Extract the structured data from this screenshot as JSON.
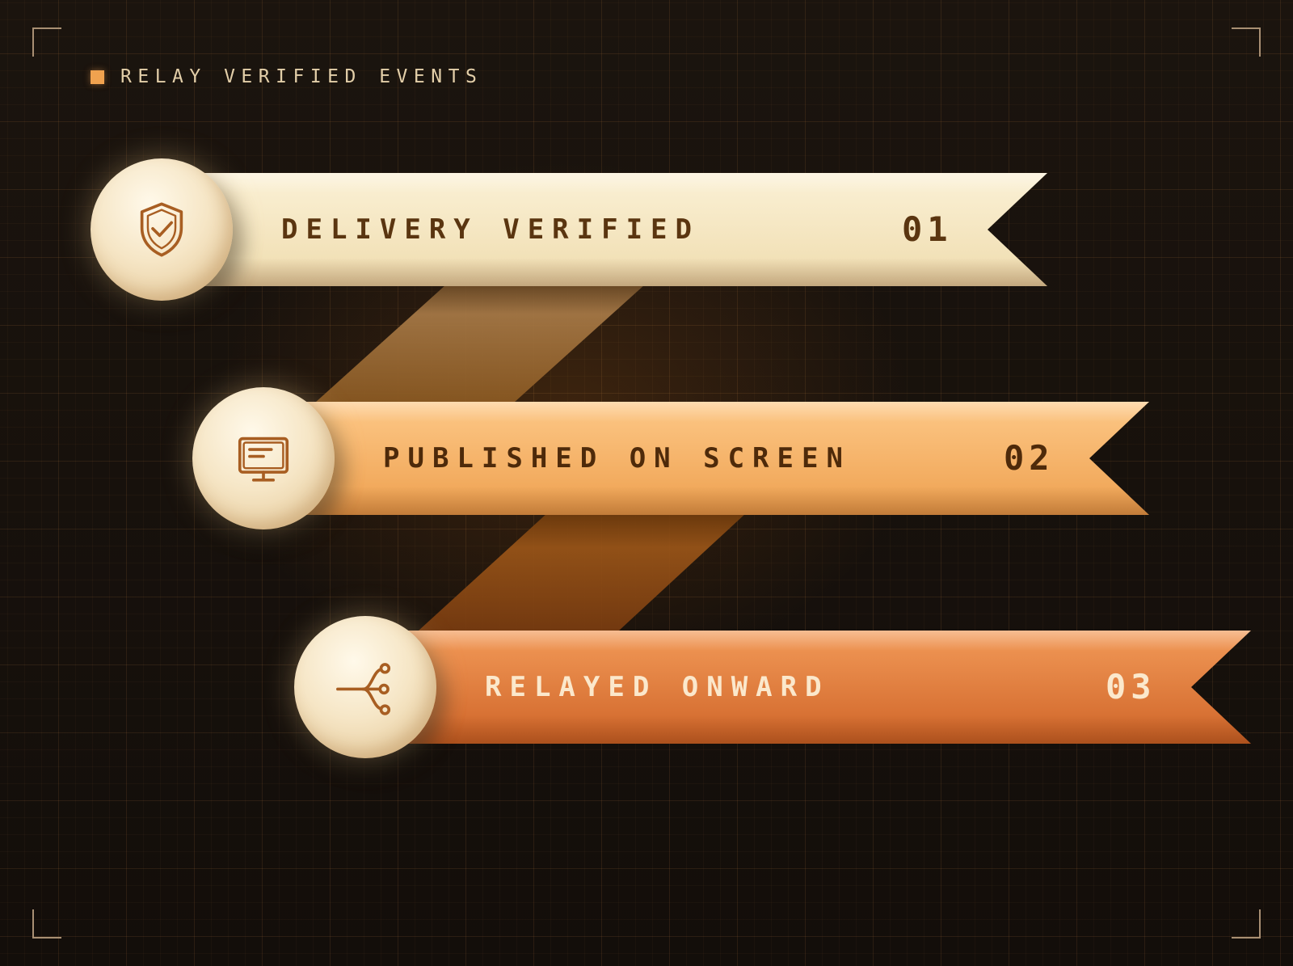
{
  "header": {
    "title": "RELAY VERIFIED EVENTS"
  },
  "steps": [
    {
      "label": "DELIVERY VERIFIED",
      "number": "01",
      "icon": "shield-check-icon",
      "ribbon_top": "#fbf1d6",
      "ribbon_bottom": "#efdcae",
      "text_color": "#5a3510"
    },
    {
      "label": "PUBLISHED ON SCREEN",
      "number": "02",
      "icon": "monitor-icon",
      "ribbon_top": "#fdc887",
      "ribbon_bottom": "#eea04f",
      "text_color": "#4e2a0a"
    },
    {
      "label": "RELAYED ONWARD",
      "number": "03",
      "icon": "branch-icon",
      "ribbon_top": "#f29a58",
      "ribbon_bottom": "#cf6428",
      "text_color": "#fbe8cc"
    }
  ],
  "colors": {
    "background": "#17110c",
    "accent": "#f0a24f",
    "icon_stroke": "#a85e22"
  }
}
